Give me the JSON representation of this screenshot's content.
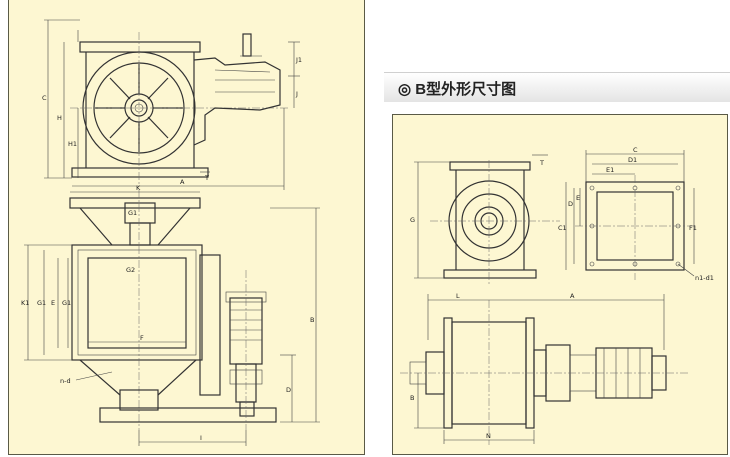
{
  "header": {
    "title": "◎ B型外形尺寸图"
  },
  "labels": {
    "left": {
      "J1": "J1",
      "J": "J",
      "C": "C",
      "H": "H",
      "H1": "H1",
      "A": "A",
      "T": "T",
      "K": "K",
      "G1": "G1",
      "G2": "G2",
      "K1": "K1",
      "G1b": "G1",
      "E": "E",
      "G1c": "G1",
      "F": "F",
      "B": "B",
      "D": "D",
      "nd": "n-d",
      "I": "I"
    },
    "right": {
      "C": "C",
      "D1": "D1",
      "E1": "E1",
      "G": "G",
      "E": "E",
      "C1": "C1",
      "D": "D",
      "F1": "F1",
      "n1d1": "n1-d1",
      "L": "L",
      "A": "A",
      "B": "B",
      "N": "N",
      "T": "T"
    }
  }
}
